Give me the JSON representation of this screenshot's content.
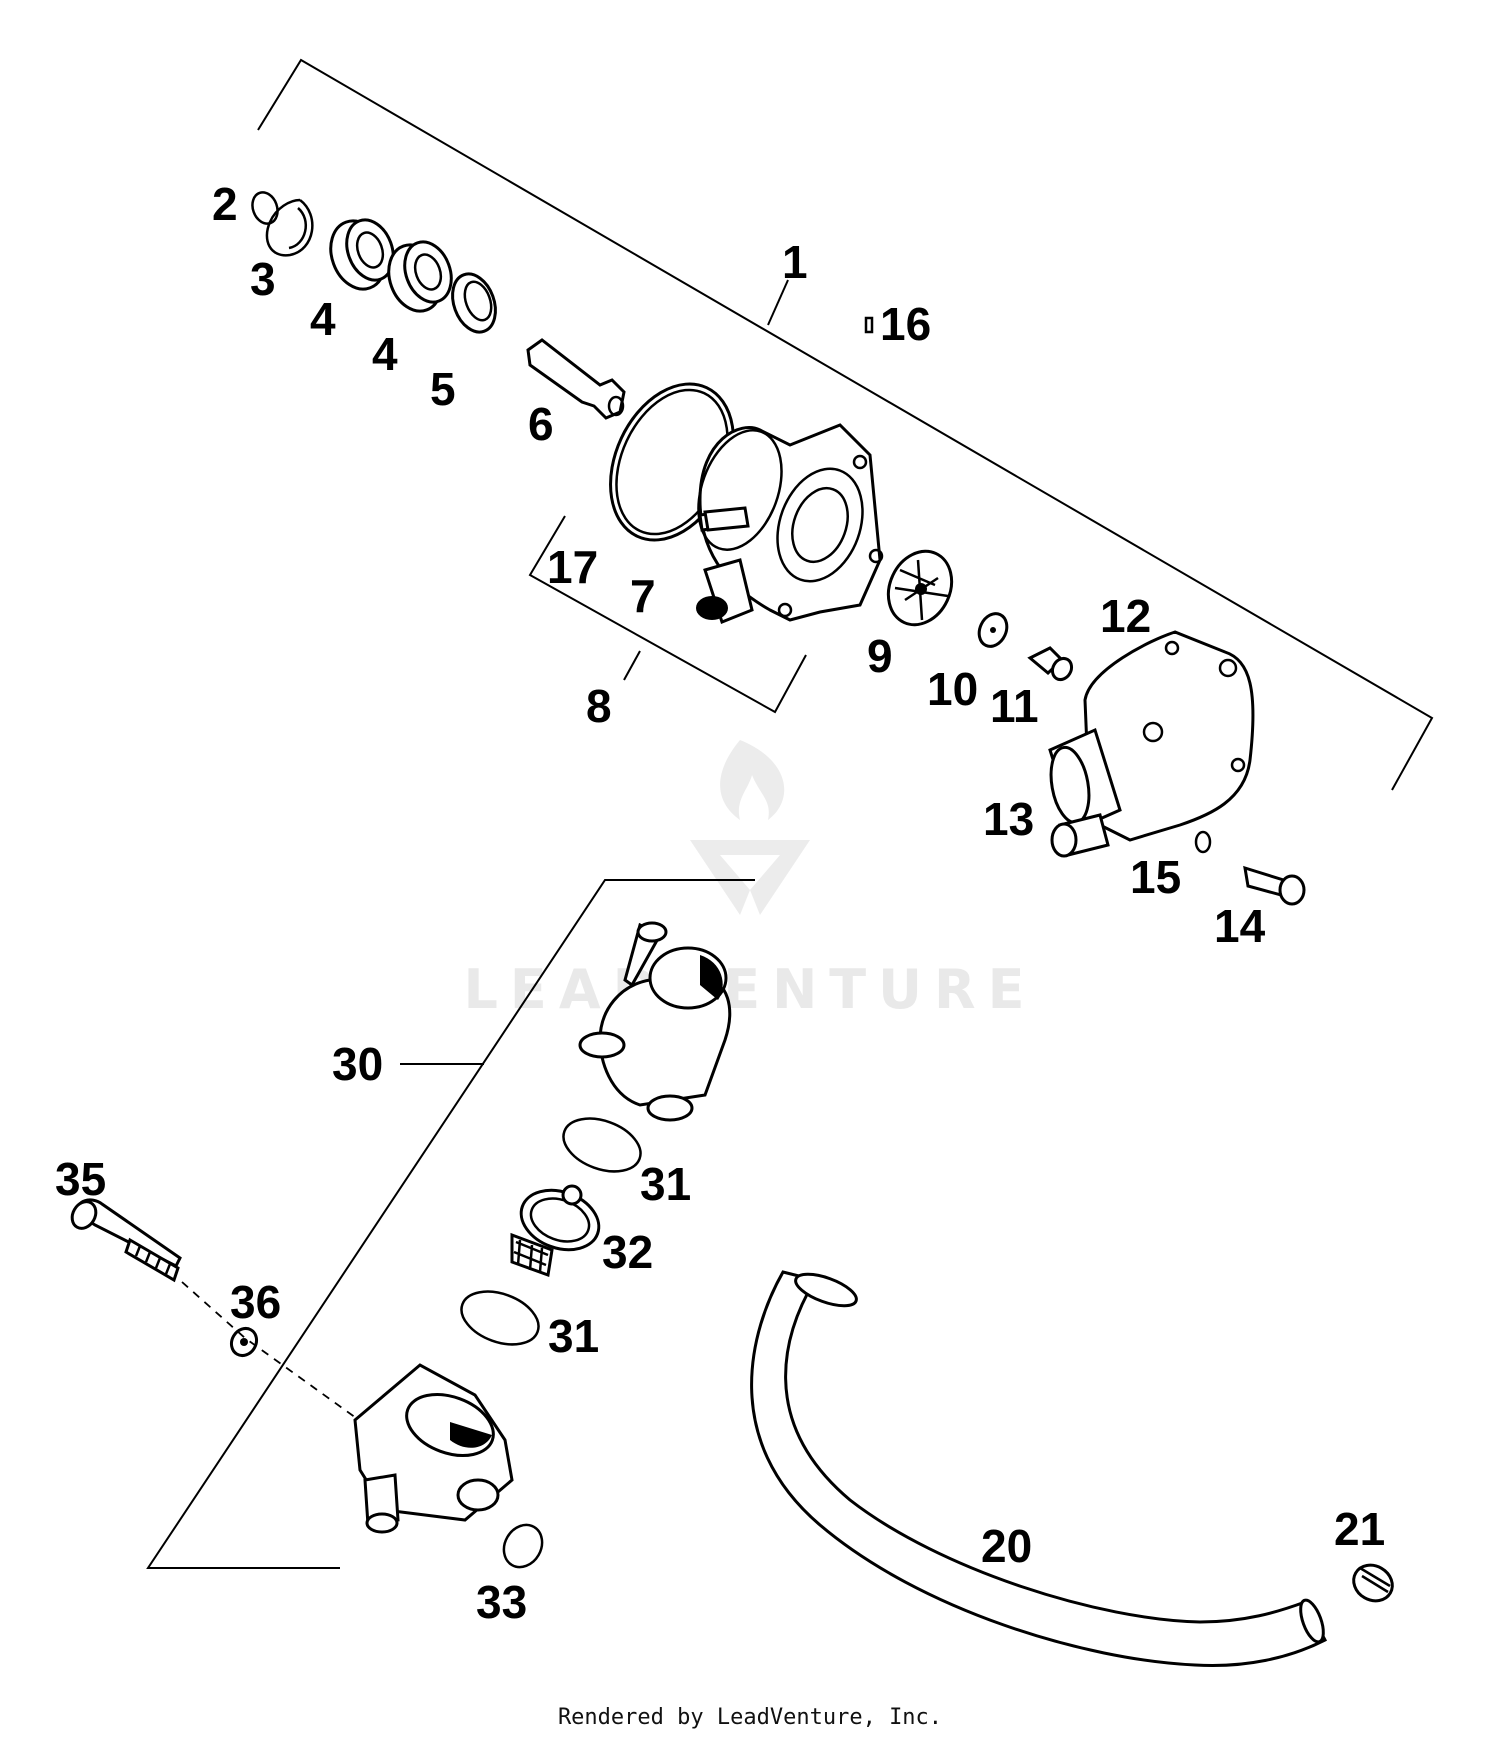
{
  "callouts": [
    {
      "id": "c1",
      "text": "1"
    },
    {
      "id": "c2",
      "text": "2"
    },
    {
      "id": "c3",
      "text": "3"
    },
    {
      "id": "c4a",
      "text": "4"
    },
    {
      "id": "c4b",
      "text": "4"
    },
    {
      "id": "c5",
      "text": "5"
    },
    {
      "id": "c6",
      "text": "6"
    },
    {
      "id": "c7",
      "text": "7"
    },
    {
      "id": "c8",
      "text": "8"
    },
    {
      "id": "c9",
      "text": "9"
    },
    {
      "id": "c10",
      "text": "10"
    },
    {
      "id": "c11",
      "text": "11"
    },
    {
      "id": "c12",
      "text": "12"
    },
    {
      "id": "c13",
      "text": "13"
    },
    {
      "id": "c14",
      "text": "14"
    },
    {
      "id": "c15",
      "text": "15"
    },
    {
      "id": "c16",
      "text": "16"
    },
    {
      "id": "c17",
      "text": "17"
    },
    {
      "id": "c20",
      "text": "20"
    },
    {
      "id": "c21",
      "text": "21"
    },
    {
      "id": "c30",
      "text": "30"
    },
    {
      "id": "c31a",
      "text": "31"
    },
    {
      "id": "c31b",
      "text": "31"
    },
    {
      "id": "c32",
      "text": "32"
    },
    {
      "id": "c33",
      "text": "33"
    },
    {
      "id": "c35",
      "text": "35"
    },
    {
      "id": "c36",
      "text": "36"
    }
  ],
  "watermark": {
    "text": "LEADVENTURE",
    "icon": "flame-logo-icon"
  },
  "footer": {
    "text": "Rendered by LeadVenture, Inc."
  }
}
